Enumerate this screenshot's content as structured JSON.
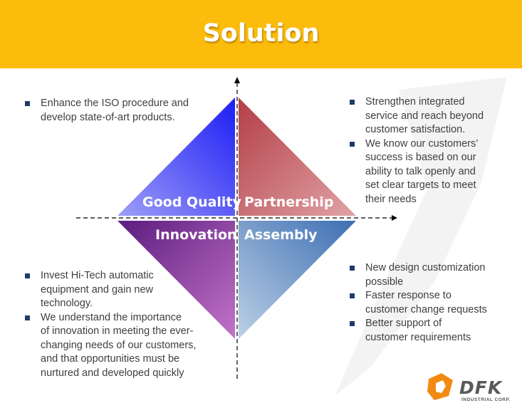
{
  "header": {
    "title": "Solution"
  },
  "colors": {
    "banner": "#fcbc0b",
    "bullet": "#1f3a6b",
    "text": "#3f3f3f"
  },
  "quadrants": {
    "top_left": "Good Quality",
    "top_right": "Partnership",
    "bottom_left": "Innovation",
    "bottom_right": "Assembly"
  },
  "blocks": {
    "top_left": [
      [
        "Enhance the ISO procedure and",
        "develop state-of-art products."
      ]
    ],
    "top_right": [
      [
        "Strengthen integrated",
        "service and reach beyond",
        "customer satisfaction."
      ],
      [
        "We know our customers’",
        "success is based on our",
        "ability to talk openly and",
        "set clear targets to meet",
        "their needs"
      ]
    ],
    "bottom_left": [
      [
        "Invest Hi-Tech automatic",
        "equipment and gain new",
        "technology."
      ],
      [
        "We understand the importance",
        "of innovation in meeting the ever-",
        "changing needs of our customers,",
        "and that opportunities must be",
        "nurtured and developed quickly"
      ]
    ],
    "bottom_right": [
      [
        "New design customization",
        "possible"
      ],
      [
        "Faster response to",
        "customer change requests"
      ],
      [
        "Better support of",
        "customer requirements"
      ]
    ]
  },
  "logo": {
    "name": "DFK",
    "subtitle": "INDUSTRIAL CORP."
  }
}
